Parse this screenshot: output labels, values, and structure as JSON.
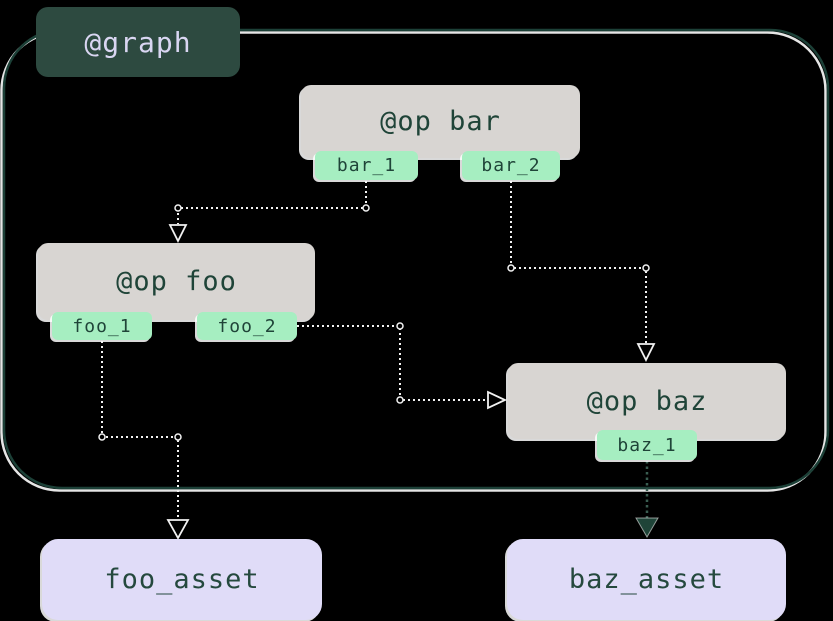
{
  "diagram": {
    "kind": "dagster-graph-lineage",
    "graph": {
      "label": "@graph"
    },
    "ops": [
      {
        "label": "@op bar",
        "outputs": [
          "bar_1",
          "bar_2"
        ]
      },
      {
        "label": "@op foo",
        "outputs": [
          "foo_1",
          "foo_2"
        ]
      },
      {
        "label": "@op baz",
        "outputs": [
          "baz_1"
        ]
      }
    ],
    "assets": [
      {
        "label": "foo_asset"
      },
      {
        "label": "baz_asset"
      }
    ],
    "edges": [
      {
        "from": "bar_1",
        "to": "@op foo",
        "style": "dotted-white"
      },
      {
        "from": "bar_2",
        "to": "@op baz",
        "style": "dotted-white"
      },
      {
        "from": "foo_2",
        "to": "@op baz",
        "style": "dotted-white"
      },
      {
        "from": "foo_1",
        "to": "foo_asset",
        "style": "dotted-white"
      },
      {
        "from": "baz_1",
        "to": "baz_asset",
        "style": "dotted-green-filled-arrow"
      }
    ],
    "colors": {
      "background": "#000000",
      "graph_border": "#1C4037",
      "graph_label_bg": "#2D4A40",
      "graph_label_text": "#D9D6F2",
      "op_bg": "#D8D5D2",
      "op_text": "#1F4438",
      "output_tag_bg": "#A6EEC1",
      "asset_bg": "#E0DCF8",
      "edge_white": "#F2F2F2",
      "edge_green": "#3A5D51",
      "white_offset_stroke": "#FFFFFF"
    }
  }
}
